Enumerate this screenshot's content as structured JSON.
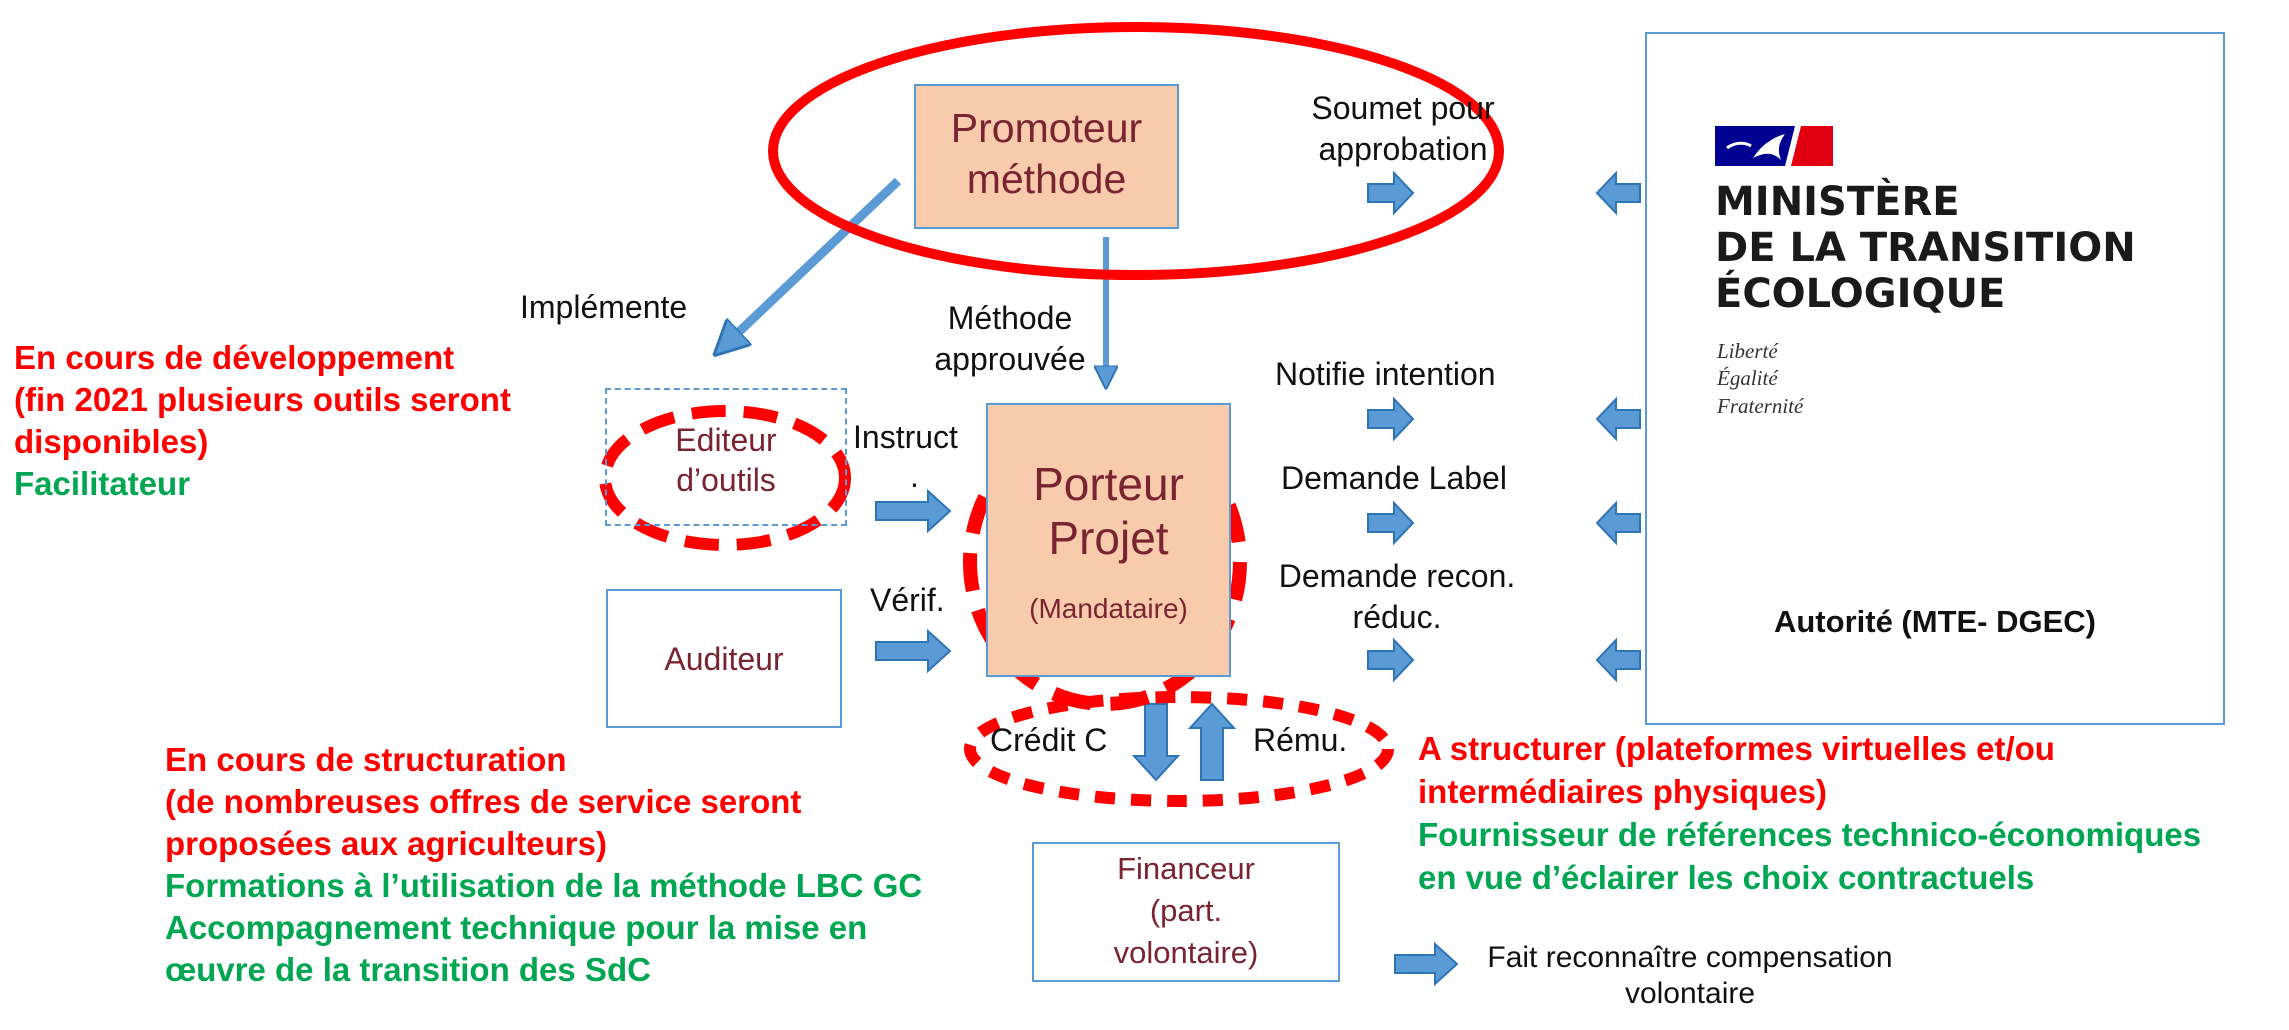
{
  "colors": {
    "box_fill": "#f8cbad",
    "box_border": "#5b9bd5",
    "arrow": "#5b9bd5",
    "highlight": "#ff0000",
    "note_red": "#ff0000",
    "note_green": "#00a651",
    "box_text": "#7a2432",
    "flag_blue": "#000091",
    "flag_red": "#e1000f"
  },
  "boxes": {
    "promoteur": {
      "line1": "Promoteur",
      "line2": "méthode"
    },
    "editeur": {
      "line1": "Editeur",
      "line2": "d’outils"
    },
    "porteur": {
      "line1": "Porteur",
      "line2": "Projet",
      "sub": "(Mandataire)"
    },
    "auditeur": {
      "label": "Auditeur"
    },
    "financeur": {
      "line1": "Financeur",
      "line2": "(part.",
      "line3": "volontaire)"
    }
  },
  "authority": {
    "logo_line1": "MINISTÈRE",
    "logo_line2": "DE LA TRANSITION",
    "logo_line3": "ÉCOLOGIQUE",
    "motto1": "Liberté",
    "motto2": "Égalité",
    "motto3": "Fraternité",
    "label": "Autorité (MTE- DGEC)"
  },
  "flows": {
    "soumet_line1": "Soumet pour",
    "soumet_line2": "approbation",
    "implemente": "Implémente",
    "methode_line1": "Méthode",
    "methode_line2": "approuvée",
    "notifie": "Notifie intention",
    "demande_label": "Demande Label",
    "demande_recon_line1": "Demande recon.",
    "demande_recon_line2": "réduc.",
    "instruct": "Instruct",
    "instruct_dot": ".",
    "verif": "Vérif.",
    "credit": "Crédit C",
    "remu": "Rému.",
    "fait_line1": "Fait reconnaître compensation",
    "fait_line2": "volontaire"
  },
  "notes": {
    "dev_red_1": "En cours de développement",
    "dev_red_2": "(fin 2021 plusieurs outils seront",
    "dev_red_3": "disponibles)",
    "dev_green_1": "Facilitateur",
    "struct_red_1": "En cours de structuration",
    "struct_red_2": "(de nombreuses offres de service seront",
    "struct_red_3": "proposées aux agriculteurs)",
    "struct_green_1": "Formations à l’utilisation de la méthode LBC GC",
    "struct_green_2": "Accompagnement technique pour la mise en",
    "struct_green_3": "œuvre de la transition des SdC",
    "market_red_1": "A structurer (plateformes virtuelles et/ou",
    "market_red_2": "intermédiaires physiques)",
    "market_green_1": "Fournisseur de références technico-économiques",
    "market_green_2": "en vue d’éclairer les choix contractuels"
  }
}
